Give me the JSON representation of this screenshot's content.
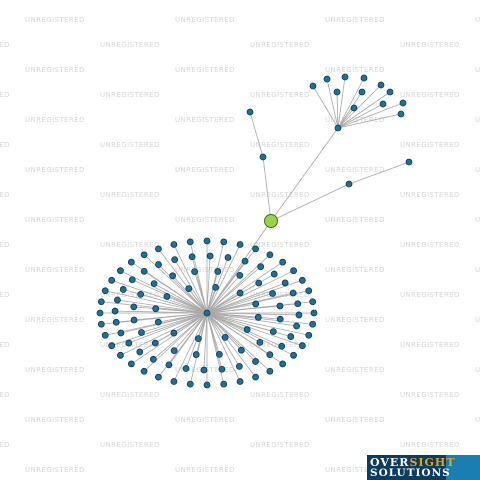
{
  "watermark": {
    "text": "UNREGISTERED"
  },
  "logo": {
    "line1_main": "OVER",
    "line1_accent": "SIGHT",
    "line2": "SOLUTIONS"
  },
  "colors": {
    "focus_node": "#9ad24a",
    "node": "#1f6f98",
    "edge": "#a9a9a9",
    "logo_bg": "#0c3c5f",
    "logo_accent": "#e6a11a"
  },
  "graph": {
    "focus": "focus",
    "nodes": [
      "focus",
      "hub-a",
      "hub-b",
      "mid-upper",
      "top-single",
      "right-mid",
      "right-far",
      "cluster-b-leaf-1",
      "cluster-b-leaf-2",
      "cluster-b-leaf-3",
      "cluster-b-leaf-4",
      "cluster-b-leaf-5",
      "cluster-b-leaf-6",
      "cluster-b-leaf-7",
      "cluster-b-leaf-8",
      "cluster-b-leaf-9",
      "cluster-b-leaf-10",
      "cluster-b-leaf-11",
      "cluster-b-leaf-12"
    ],
    "edges": [
      [
        "focus",
        "hub-a"
      ],
      [
        "focus",
        "hub-b"
      ],
      [
        "focus",
        "mid-upper"
      ],
      [
        "mid-upper",
        "top-single"
      ],
      [
        "focus",
        "right-mid"
      ],
      [
        "right-mid",
        "right-far"
      ]
    ],
    "cluster_a_leaf_count": 104,
    "cluster_b_leaf_count": 12
  }
}
